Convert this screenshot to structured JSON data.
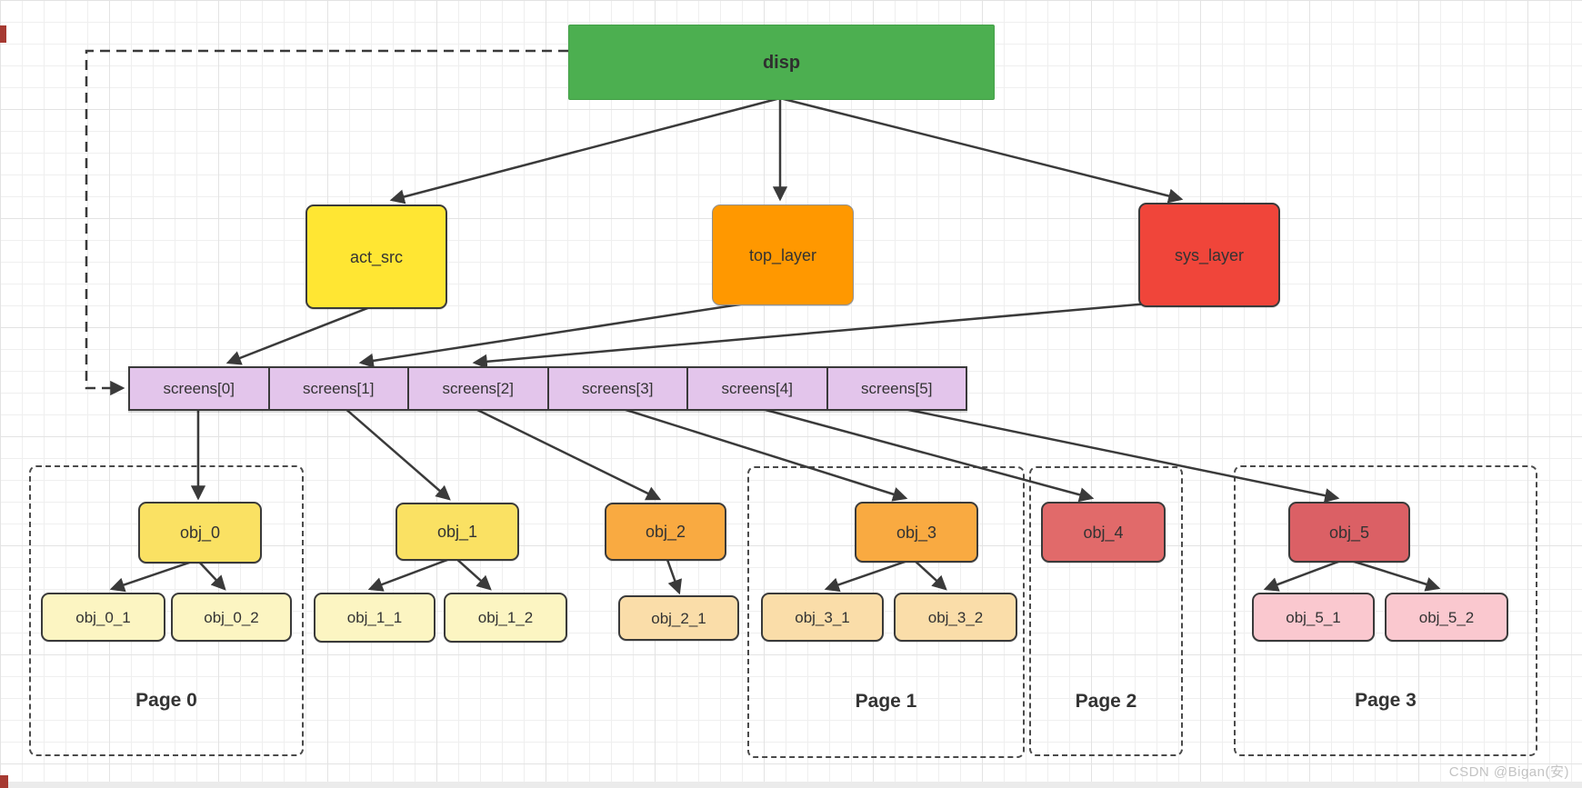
{
  "nodes": {
    "disp": {
      "label": "disp"
    },
    "act_src": {
      "label": "act_src"
    },
    "top_layer": {
      "label": "top_layer"
    },
    "sys_layer": {
      "label": "sys_layer"
    }
  },
  "screens": {
    "cells": [
      {
        "label": "screens[0]"
      },
      {
        "label": "screens[1]"
      },
      {
        "label": "screens[2]"
      },
      {
        "label": "screens[3]"
      },
      {
        "label": "screens[4]"
      },
      {
        "label": "screens[5]"
      }
    ]
  },
  "pages": [
    {
      "label": "Page 0"
    },
    {
      "label": "Page 1"
    },
    {
      "label": "Page 2"
    },
    {
      "label": "Page 3"
    }
  ],
  "objects": {
    "obj_0": {
      "label": "obj_0"
    },
    "obj_0_1": {
      "label": "obj_0_1"
    },
    "obj_0_2": {
      "label": "obj_0_2"
    },
    "obj_1": {
      "label": "obj_1"
    },
    "obj_1_1": {
      "label": "obj_1_1"
    },
    "obj_1_2": {
      "label": "obj_1_2"
    },
    "obj_2": {
      "label": "obj_2"
    },
    "obj_2_1": {
      "label": "obj_2_1"
    },
    "obj_3": {
      "label": "obj_3"
    },
    "obj_3_1": {
      "label": "obj_3_1"
    },
    "obj_3_2": {
      "label": "obj_3_2"
    },
    "obj_4": {
      "label": "obj_4"
    },
    "obj_5": {
      "label": "obj_5"
    },
    "obj_5_1": {
      "label": "obj_5_1"
    },
    "obj_5_2": {
      "label": "obj_5_2"
    }
  },
  "edges": [
    {
      "from": "disp",
      "to": "act_src",
      "style": "solid"
    },
    {
      "from": "disp",
      "to": "top_layer",
      "style": "solid"
    },
    {
      "from": "disp",
      "to": "sys_layer",
      "style": "solid"
    },
    {
      "from": "disp",
      "to": "screens[0]",
      "style": "dashed"
    },
    {
      "from": "act_src",
      "to": "screens[0]",
      "style": "solid"
    },
    {
      "from": "top_layer",
      "to": "screens[1]",
      "style": "solid"
    },
    {
      "from": "sys_layer",
      "to": "screens[2]",
      "style": "solid"
    },
    {
      "from": "screens[0]",
      "to": "obj_0",
      "style": "solid"
    },
    {
      "from": "screens[1]",
      "to": "obj_1",
      "style": "solid"
    },
    {
      "from": "screens[2]",
      "to": "obj_2",
      "style": "solid"
    },
    {
      "from": "screens[3]",
      "to": "obj_3",
      "style": "solid"
    },
    {
      "from": "screens[4]",
      "to": "obj_4",
      "style": "solid"
    },
    {
      "from": "screens[5]",
      "to": "obj_5",
      "style": "solid"
    },
    {
      "from": "obj_0",
      "to": "obj_0_1",
      "style": "solid"
    },
    {
      "from": "obj_0",
      "to": "obj_0_2",
      "style": "solid"
    },
    {
      "from": "obj_1",
      "to": "obj_1_1",
      "style": "solid"
    },
    {
      "from": "obj_1",
      "to": "obj_1_2",
      "style": "solid"
    },
    {
      "from": "obj_2",
      "to": "obj_2_1",
      "style": "solid"
    },
    {
      "from": "obj_3",
      "to": "obj_3_1",
      "style": "solid"
    },
    {
      "from": "obj_3",
      "to": "obj_3_2",
      "style": "solid"
    },
    {
      "from": "obj_5",
      "to": "obj_5_1",
      "style": "solid"
    },
    {
      "from": "obj_5",
      "to": "obj_5_2",
      "style": "solid"
    }
  ],
  "watermark": {
    "text": "CSDN @Bigan(安)"
  },
  "colors": {
    "disp": "#4caf50",
    "act_src": "#ffe633",
    "top_layer": "#ff9800",
    "sys_layer": "#f0453a",
    "screens_fill": "#e3c5eb",
    "obj_yellow": "#fae163",
    "obj_yellow_light": "#fcf5c2",
    "obj_orange": "#f9aa41",
    "obj_orange_light": "#fadda9",
    "obj_red": "#e16a6a",
    "obj_pink_light": "#fac8cf",
    "edge_stroke": "#3a3a3a",
    "grid_line": "#efefef"
  }
}
